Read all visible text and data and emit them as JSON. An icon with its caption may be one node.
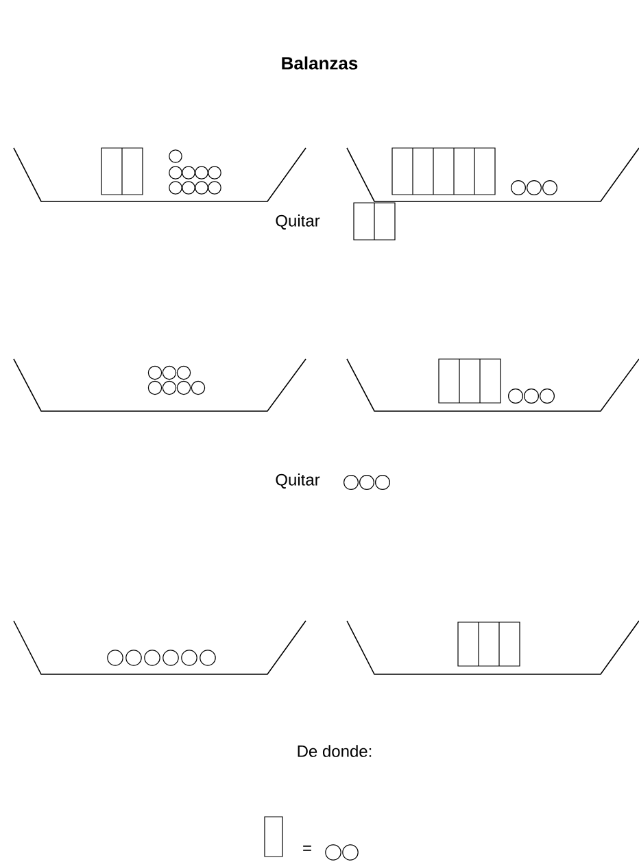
{
  "diagram": {
    "title": "Balanzas",
    "labels": [
      "Quitar",
      "Quitar",
      "De donde:",
      "="
    ]
  }
}
